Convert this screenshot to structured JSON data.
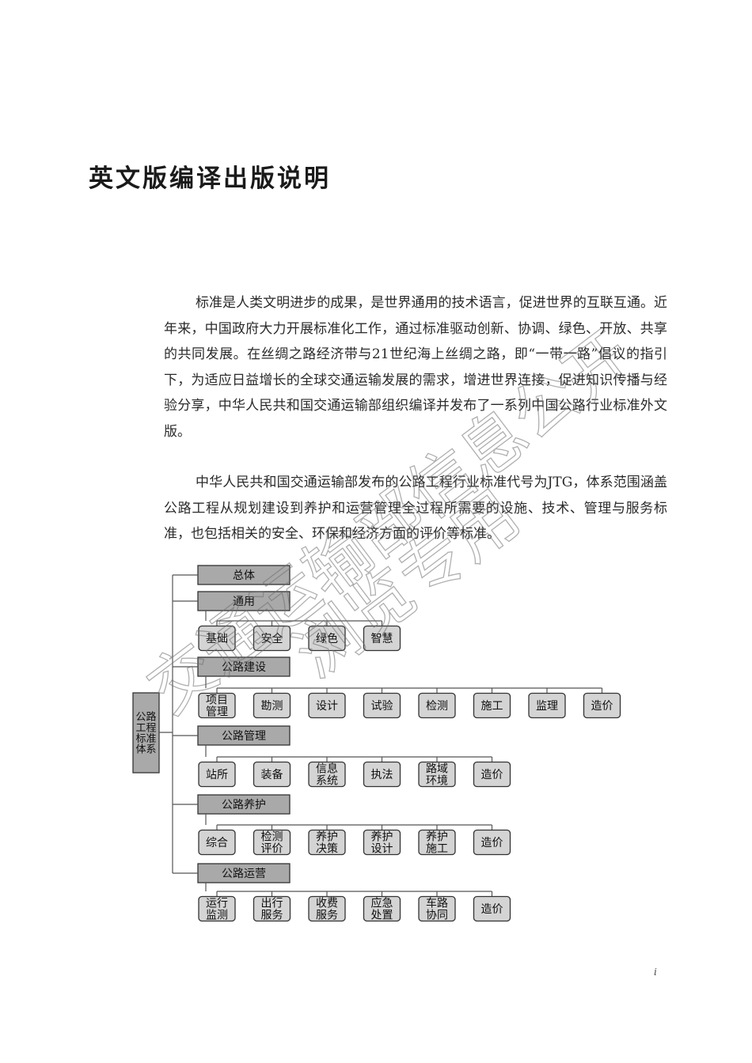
{
  "heading": "英文版编译出版说明",
  "paragraphs": [
    "标准是人类文明进步的成果，是世界通用的技术语言，促进世界的互联互通。近年来，中国政府大力开展标准化工作，通过标准驱动创新、协调、绿色、开放、共享的共同发展。在丝绸之路经济带与21世纪海上丝绸之路，即“一带一路”倡议的指引下，为适应日益增长的全球交通运输发展的需求，增进世界连接，促进知识传播与经验分享，中华人民共和国交通运输部组织编译并发布了一系列中国公路行业标准外文版。",
    "中华人民共和国交通运输部发布的公路工程行业标准代号为JTG，体系范围涵盖公路工程从规划建设到养护和运营管理全过程所需要的设施、技术、管理与服务标准，也包括相关的安全、环保和经济方面的评价等标准。"
  ],
  "diagram": {
    "root": "公路工程标准体系",
    "general": "总体",
    "common": {
      "label": "通用",
      "children": [
        "基础",
        "安全",
        "绿色",
        "智慧"
      ]
    },
    "construction": {
      "label": "公路建设",
      "children": [
        "项目管理",
        "勘测",
        "设计",
        "试验",
        "检测",
        "施工",
        "监理",
        "造价"
      ]
    },
    "management": {
      "label": "公路管理",
      "children": [
        "站所",
        "装备",
        "信息系统",
        "执法",
        "路域环境",
        "造价"
      ]
    },
    "maintenance": {
      "label": "公路养护",
      "children": [
        "综合",
        "检测评价",
        "养护决策",
        "养护设计",
        "养护施工",
        "造价"
      ]
    },
    "operation": {
      "label": "公路运营",
      "children": [
        "运行监测",
        "出行服务",
        "收费服务",
        "应急处置",
        "车路协同",
        "造价"
      ]
    }
  },
  "watermark": {
    "line1": "交通运输部信息公开",
    "line2": "浏览专用"
  },
  "page_number": "i",
  "colors": {
    "header_box": "#a9a9a9",
    "child_box": "#d4d4d4",
    "root_box": "#a9a9a9",
    "line": "#555555"
  }
}
